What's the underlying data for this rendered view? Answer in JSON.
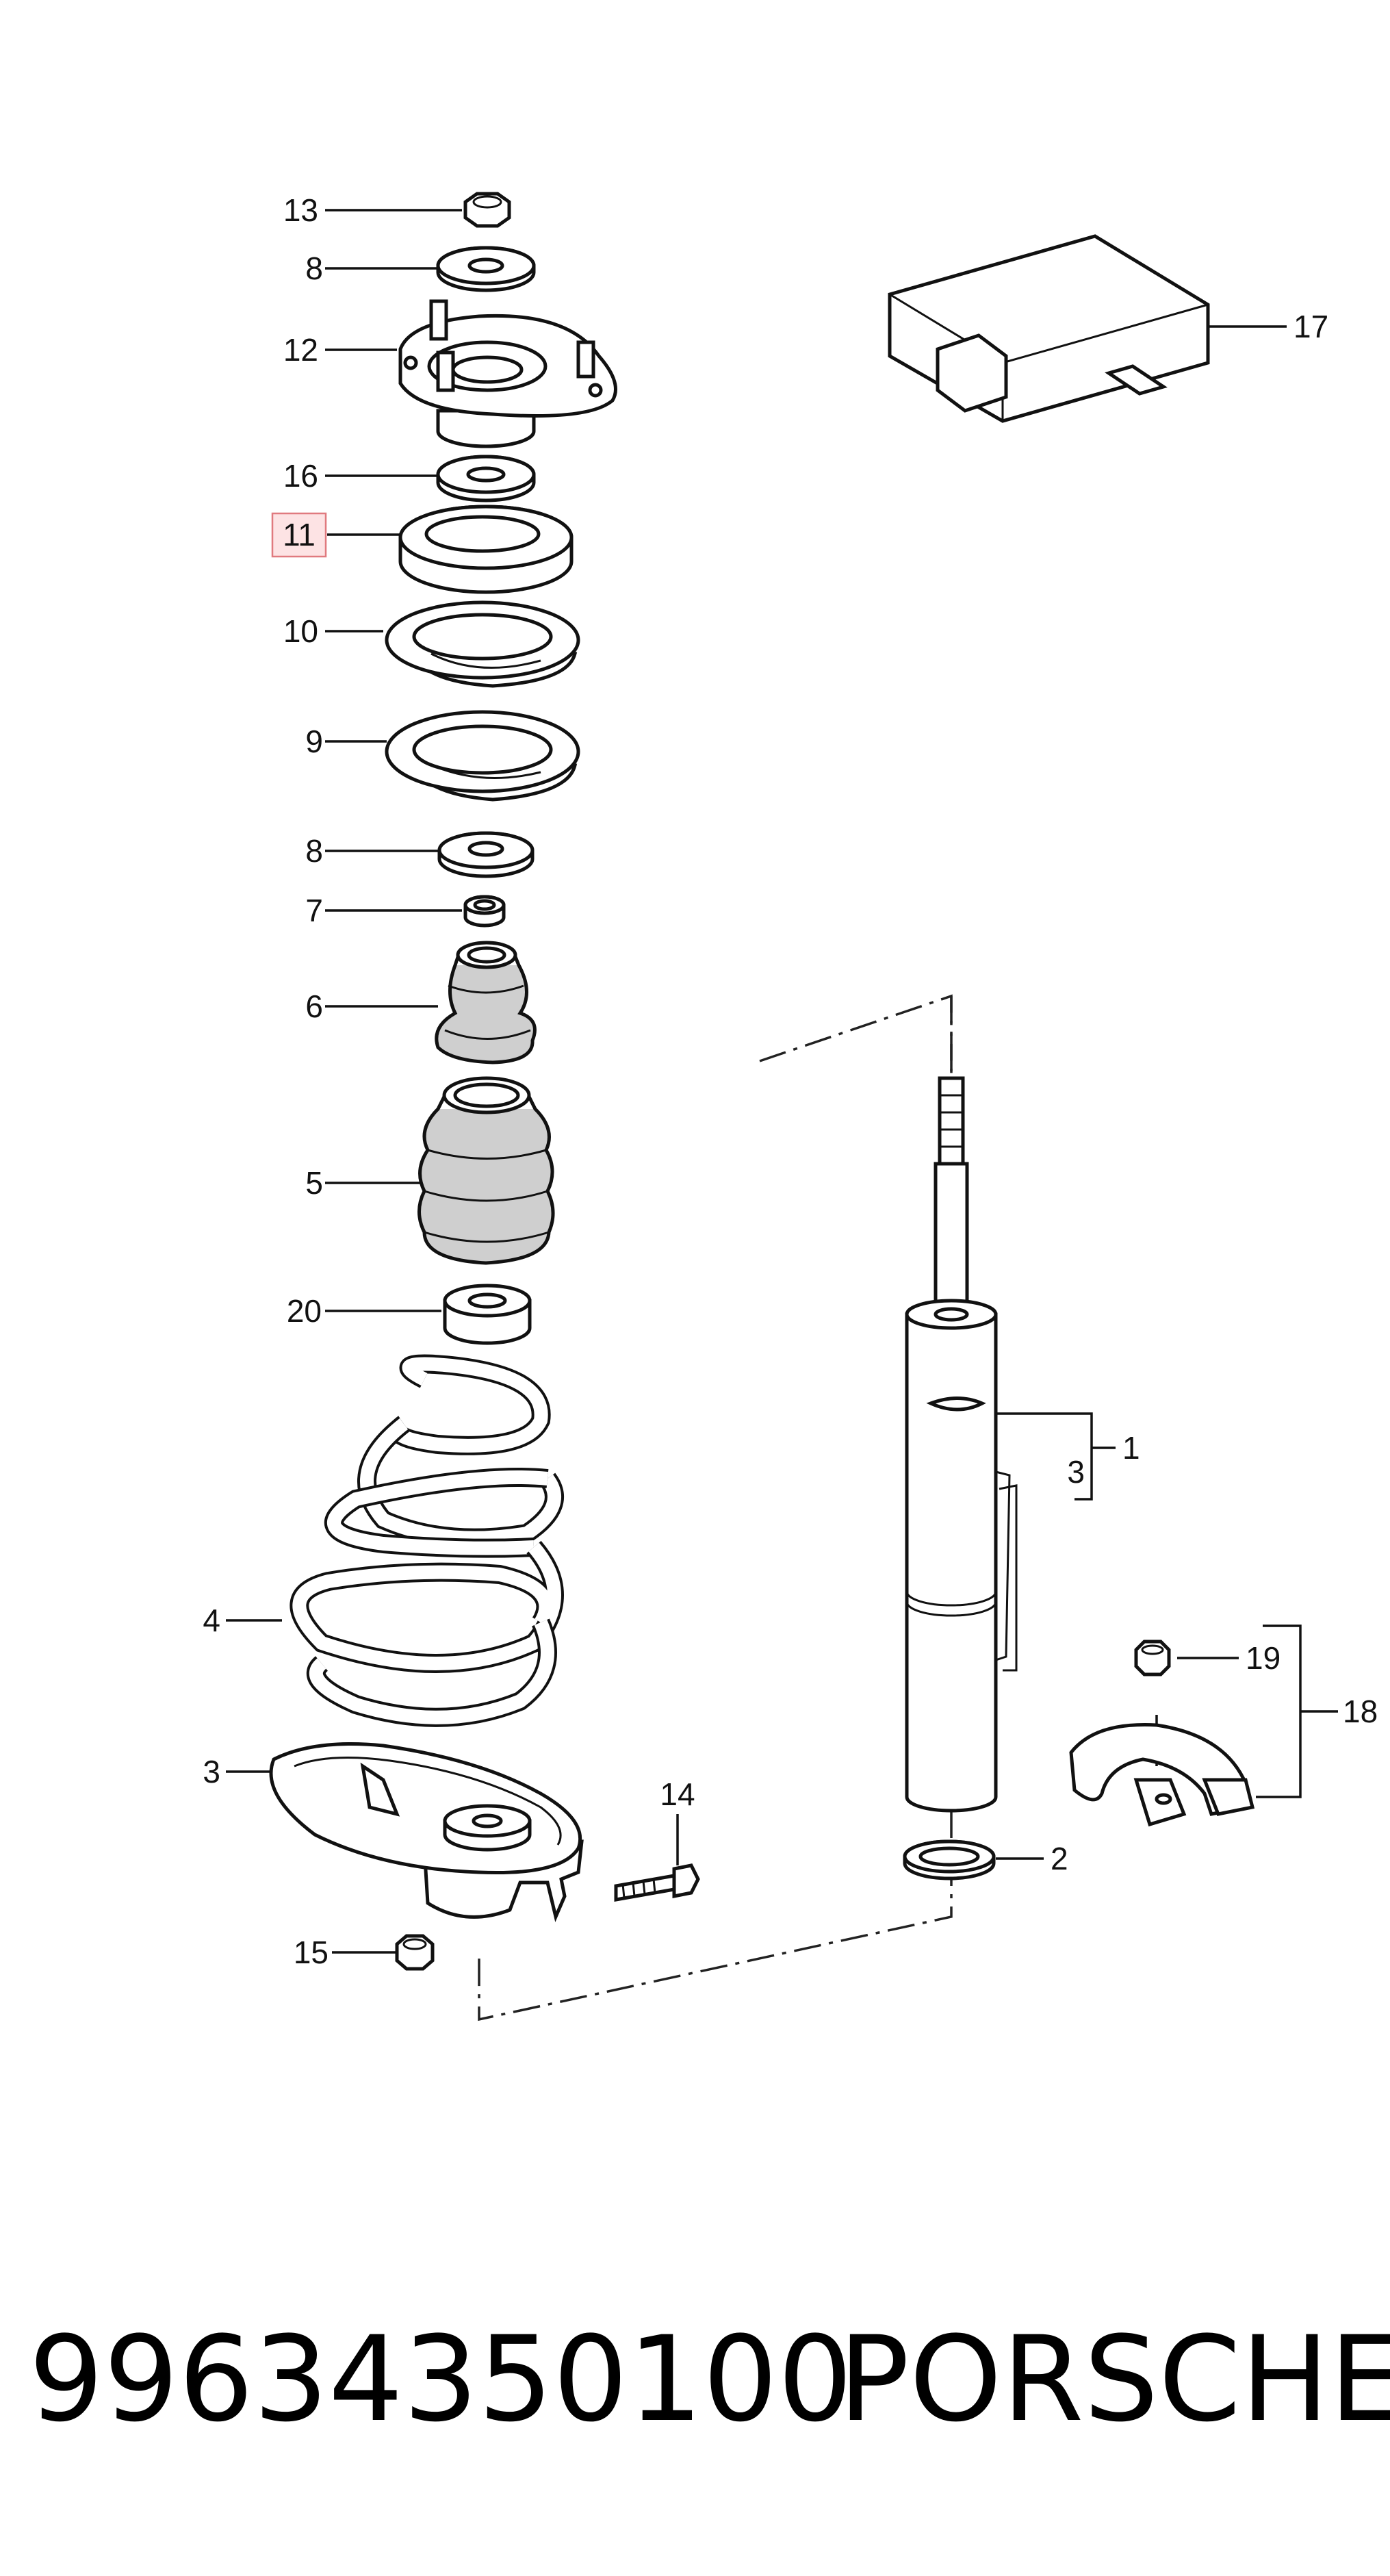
{
  "callouts": {
    "c13": "13",
    "c8a": "8",
    "c12": "12",
    "c16": "16",
    "c11": "11",
    "c10": "10",
    "c9": "9",
    "c8b": "8",
    "c7": "7",
    "c6": "6",
    "c5": "5",
    "c20": "20",
    "c4": "4",
    "c3a": "3",
    "c15": "15",
    "c14": "14",
    "c17": "17",
    "c1": "1",
    "c3b": "3",
    "c19": "19",
    "c18": "18",
    "c2": "2"
  },
  "footer": {
    "part_number": "99634350100",
    "brand": "PORSCHE"
  },
  "colors": {
    "highlight_fill": "#fde3e4",
    "highlight_stroke": "#e07a7f"
  }
}
